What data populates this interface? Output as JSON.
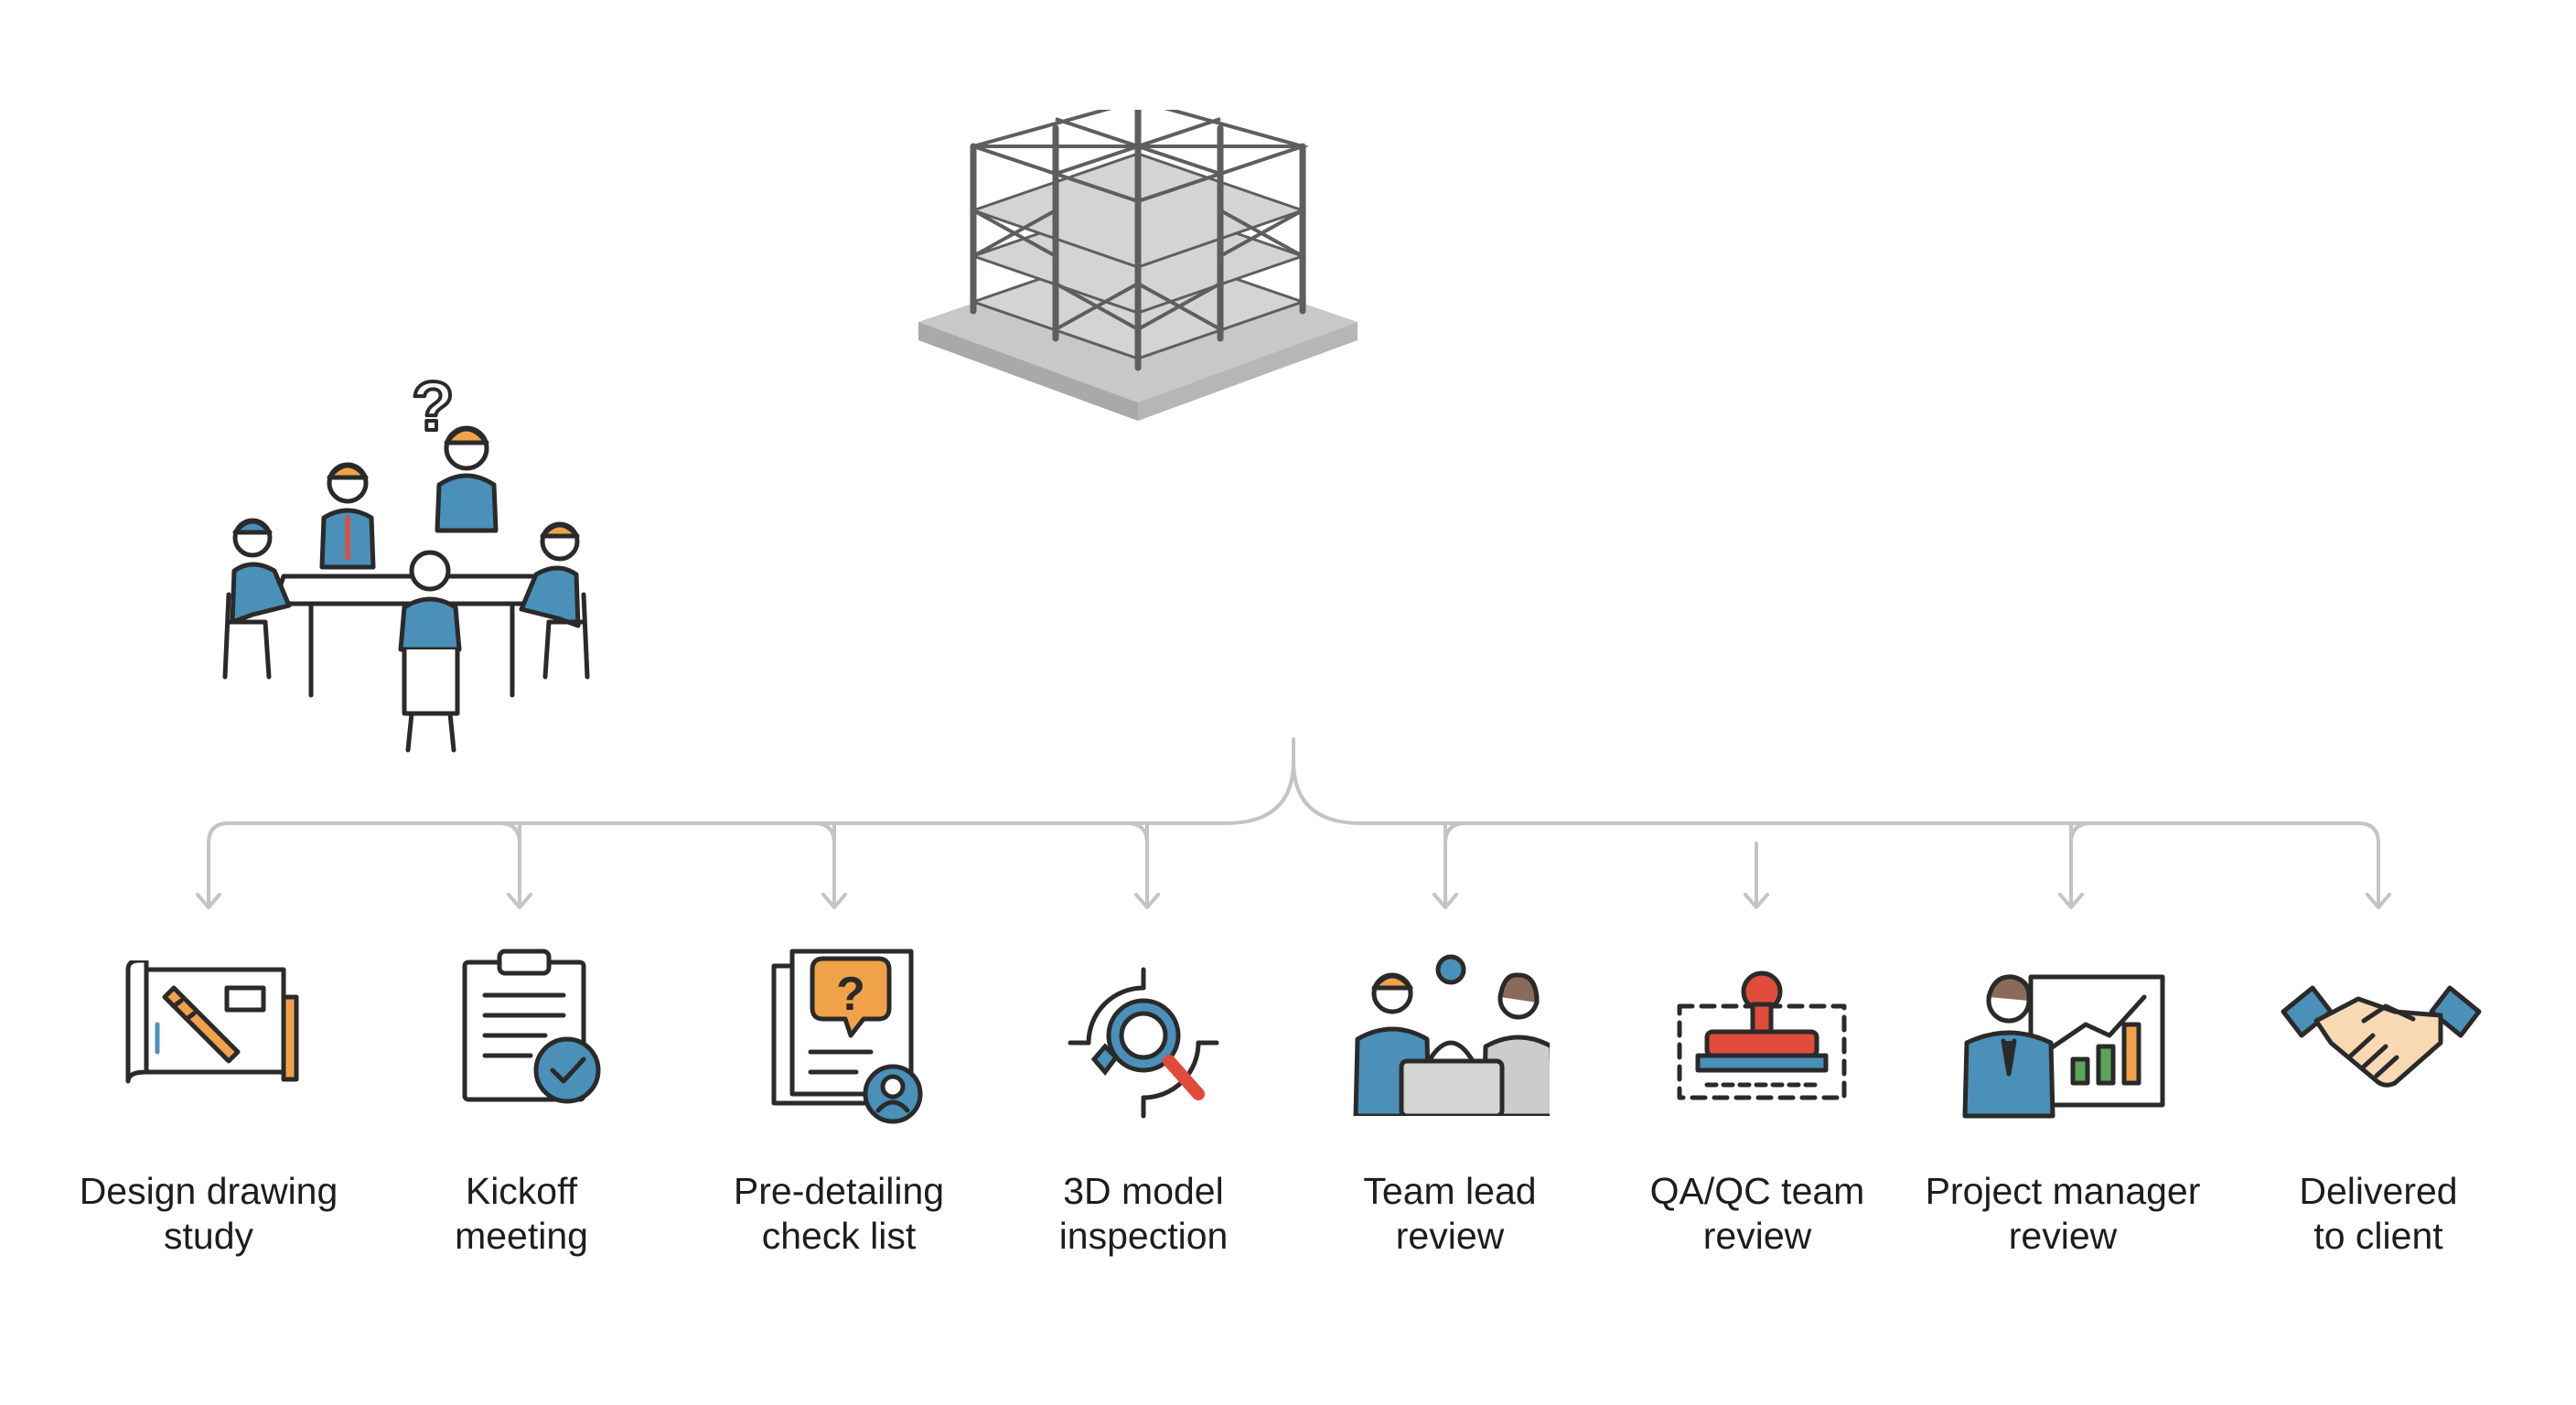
{
  "header_illustrations": [
    {
      "name": "team-meeting",
      "description": "engineers gathered at a table"
    },
    {
      "name": "steel-structure-model",
      "description": "3D steel frame building model"
    }
  ],
  "steps": [
    {
      "line1": "Design drawing",
      "line2": "study",
      "icon": "blueprint-icon"
    },
    {
      "line1": "Kickoff",
      "line2": "meeting",
      "icon": "clipboard-check-icon"
    },
    {
      "line1": "Pre-detailing",
      "line2": "check list",
      "icon": "question-document-icon"
    },
    {
      "line1": "3D model",
      "line2": "inspection",
      "icon": "magnifier-inspection-icon"
    },
    {
      "line1": "Team lead",
      "line2": "review",
      "icon": "team-review-icon"
    },
    {
      "line1": "QA/QC team",
      "line2": "review",
      "icon": "stamp-icon"
    },
    {
      "line1": "Project manager",
      "line2": "review",
      "icon": "manager-chart-icon"
    },
    {
      "line1": "Delivered",
      "line2": "to client",
      "icon": "handshake-icon"
    }
  ],
  "colors": {
    "line": "#c4c4c4",
    "steel": "#5e5e5e",
    "blue": "#4a90b8",
    "orange": "#f0a24a",
    "red": "#e04b3c",
    "green": "#5aa55a",
    "outline": "#2a2a2a"
  }
}
